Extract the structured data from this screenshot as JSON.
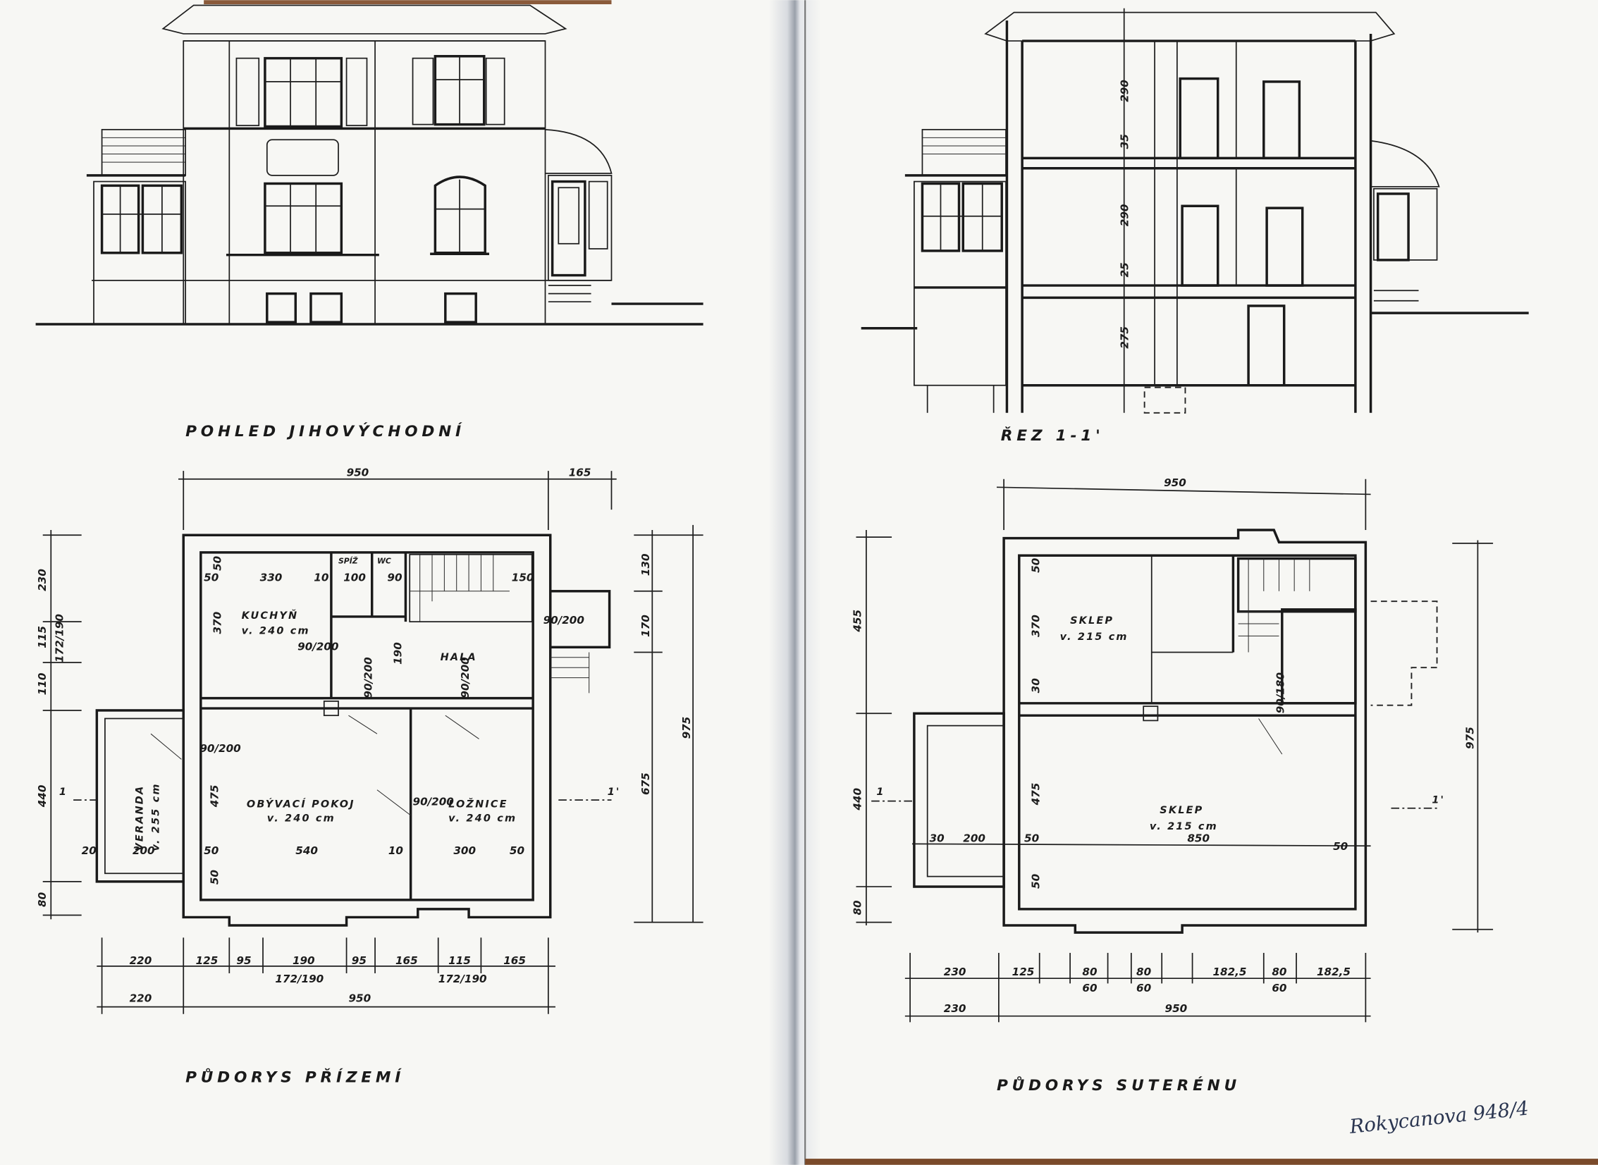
{
  "elevation": {
    "title": "POHLED JIHOVÝCHODNÍ"
  },
  "section": {
    "title": "ŘEZ 1-1'",
    "heights": [
      "290",
      "35",
      "290",
      "25",
      "275"
    ]
  },
  "ground_floor_plan": {
    "title": "PŮDORYS PŘÍZEMÍ",
    "rooms": {
      "kitchen": {
        "name": "KUCHYŇ",
        "height": "v. 240 cm"
      },
      "pantry": {
        "name": "SPÍŽ"
      },
      "wc": {
        "name": "WC"
      },
      "hall": {
        "name": "HALA"
      },
      "living": {
        "name": "OBÝVACÍ POKOJ",
        "height": "v. 240 cm"
      },
      "bedroom": {
        "name": "LOŽNICE",
        "height": "v. 240 cm"
      },
      "veranda": {
        "name": "VERANDA",
        "height": "v. 255 cm"
      }
    },
    "door_label": "90/200",
    "dims_top": [
      "950",
      "165"
    ],
    "dims_left": [
      "230",
      "115",
      "110",
      "440",
      "80",
      "172/190"
    ],
    "dims_right": [
      "130",
      "170",
      "675",
      "975"
    ],
    "dims_inner_top": [
      "50",
      "330",
      "10",
      "100",
      "90",
      "150"
    ],
    "dims_inner_vertical": [
      "50",
      "370",
      "190",
      "475",
      "50"
    ],
    "dims_inner_bottom": [
      "20",
      "200",
      "50",
      "540",
      "10",
      "300",
      "50"
    ],
    "dims_bottom_1": [
      "220",
      "125",
      "95",
      "190",
      "95",
      "165",
      "115",
      "165"
    ],
    "dims_bottom_1_sub": [
      "172/190",
      "172/190"
    ],
    "dims_bottom_2": [
      "220",
      "950"
    ],
    "section_marks": [
      "1",
      "1'"
    ]
  },
  "basement_plan": {
    "title": "PŮDORYS SUTERÉNU",
    "rooms": {
      "cellar_small": {
        "name": "SKLEP",
        "height": "v. 215 cm"
      },
      "cellar_large": {
        "name": "SKLEP",
        "height": "v. 215 cm"
      }
    },
    "door_label": "90/180",
    "dims_top": [
      "950"
    ],
    "dims_left": [
      "455",
      "440",
      "80"
    ],
    "dims_right": [
      "975"
    ],
    "dims_inner_vertical": [
      "50",
      "370",
      "30",
      "475",
      "50"
    ],
    "dims_inner_row": [
      "30",
      "200",
      "50",
      "850",
      "50"
    ],
    "dims_bottom_1": [
      "230",
      "125",
      "80",
      "80",
      "182,5",
      "80",
      "182,5"
    ],
    "dims_bottom_1_sub": [
      "60",
      "60",
      "60"
    ],
    "dims_bottom_2": [
      "230",
      "950"
    ],
    "section_marks": [
      "1",
      "1'"
    ]
  },
  "signature": "Rokycanova 948/4"
}
